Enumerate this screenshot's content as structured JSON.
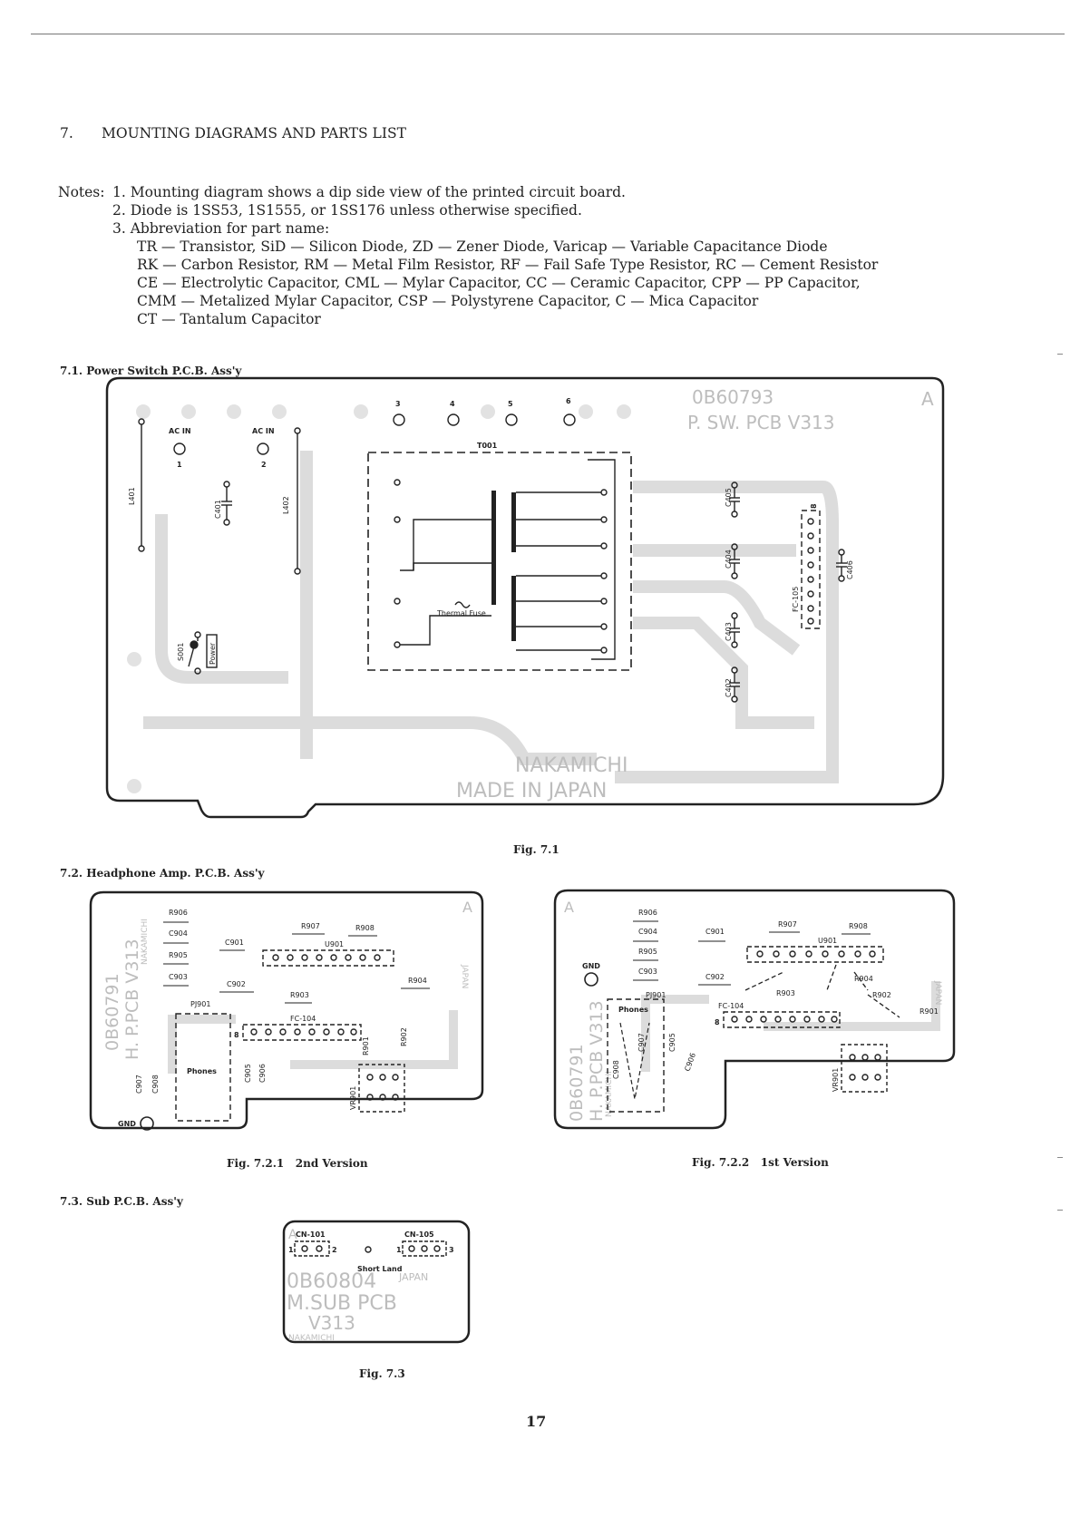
{
  "section": {
    "number": "7.",
    "title": "MOUNTING DIAGRAMS AND PARTS LIST"
  },
  "notes": {
    "label": "Notes:",
    "items": [
      "1.  Mounting diagram shows a dip side view of the printed circuit board.",
      "2.  Diode is 1SS53, 1S1555, or 1SS176 unless otherwise specified.",
      "3.  Abbreviation for part name:"
    ],
    "abbreviations": [
      "TR — Transistor, SiD — Silicon Diode, ZD — Zener Diode, Varicap — Variable Capacitance Diode",
      "RK — Carbon Resistor, RM — Metal Film Resistor, RF — Fail Safe Type Resistor, RC — Cement Resistor",
      "CE — Electrolytic Capacitor, CML — Mylar Capacitor, CC — Ceramic Capacitor, CPP — PP Capacitor,",
      "CMM — Metalized Mylar Capacitor, CSP — Polystyrene Capacitor, C — Mica Capacitor",
      "CT — Tantalum Capacitor"
    ]
  },
  "figures": {
    "power": {
      "section_title": "7.1.  Power Switch P.C.B. Ass'y",
      "caption": "Fig. 7.1",
      "board_text": [
        "0B60793",
        "P. SW. PCB  V313",
        "A",
        "NAKAMICHI",
        "MADE IN JAPAN"
      ],
      "labels": {
        "ac_in_1": "AC IN",
        "ac_in_1_num": "1",
        "ac_in_2": "AC IN",
        "ac_in_2_num": "2",
        "l401": "L401",
        "l402": "L402",
        "c401": "C401",
        "t001": "T001",
        "thermal_fuse": "Thermal Fuse",
        "s001": "S001",
        "power": "Power",
        "c402": "C402",
        "c403": "C403",
        "c404": "C404",
        "c405": "C405",
        "c406": "C406",
        "fc105": "FC-105",
        "fc105_pin": "8",
        "pin3": "3",
        "pin4": "4",
        "pin5": "5",
        "pin6": "6"
      }
    },
    "headphone": {
      "section_title": "7.2.  Headphone Amp. P.C.B. Ass'y",
      "captions": [
        {
          "fig": "Fig. 7.2.1",
          "version": "2nd Version"
        },
        {
          "fig": "Fig. 7.2.2",
          "version": "1st Version"
        }
      ],
      "board_text": [
        "0B60791",
        "H. P.PCB V313",
        "NAKAMICHI",
        "JAPAN",
        "A"
      ],
      "labels": {
        "r906": "R906",
        "r907": "R907",
        "r908": "R908",
        "r905": "R905",
        "r903": "R903",
        "r904": "R904",
        "r901": "R901",
        "r902": "R902",
        "c904": "C904",
        "c901": "C901",
        "c903": "C903",
        "c902": "C902",
        "c905": "C905",
        "c906": "C906",
        "c907": "C907",
        "c908": "C908",
        "u901": "U901",
        "pj901": "PJ901",
        "fc104": "FC-104",
        "vr901": "VR901",
        "phones": "Phones",
        "gnd": "GND",
        "pin8": "8"
      }
    },
    "sub": {
      "section_title": "7.3.  Sub P.C.B. Ass'y",
      "caption": "Fig. 7.3",
      "labels": {
        "cn101": "CN-101",
        "cn105": "CN-105",
        "short_land": "Short Land",
        "pin1": "1",
        "pin2": "2",
        "pin3": "3"
      },
      "board_text": [
        "0B60804",
        "JAPAN",
        "M.SUB PCB",
        "V313",
        "NAKAMICHI",
        "A"
      ]
    }
  },
  "page_number": "17"
}
